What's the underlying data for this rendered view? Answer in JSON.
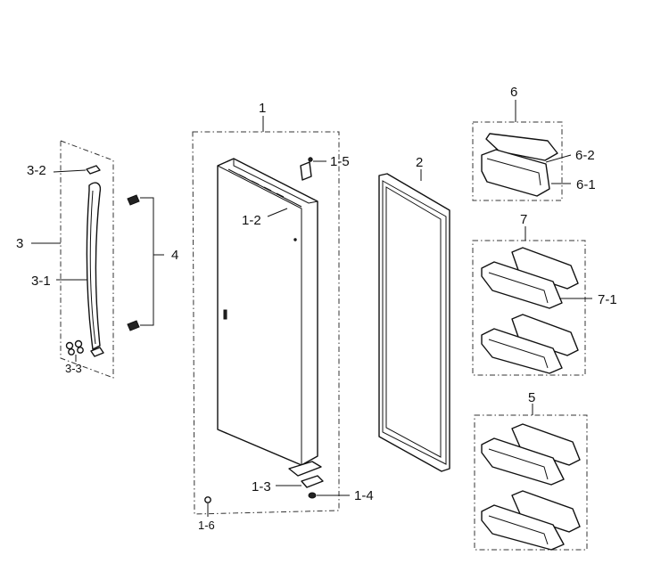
{
  "labels": {
    "l1": "1",
    "l1_2": "1-2",
    "l1_3": "1-3",
    "l1_4": "1-4",
    "l1_5": "1-5",
    "l1_6": "1-6",
    "l2": "2",
    "l3": "3",
    "l3_1": "3-1",
    "l3_2": "3-2",
    "l3_3": "3-3",
    "l4": "4",
    "l5": "5",
    "l6": "6",
    "l6_1": "6-1",
    "l6_2": "6-2",
    "l7": "7",
    "l7_1": "7-1"
  },
  "colors": {
    "ink": "#111111",
    "background": "#ffffff"
  }
}
